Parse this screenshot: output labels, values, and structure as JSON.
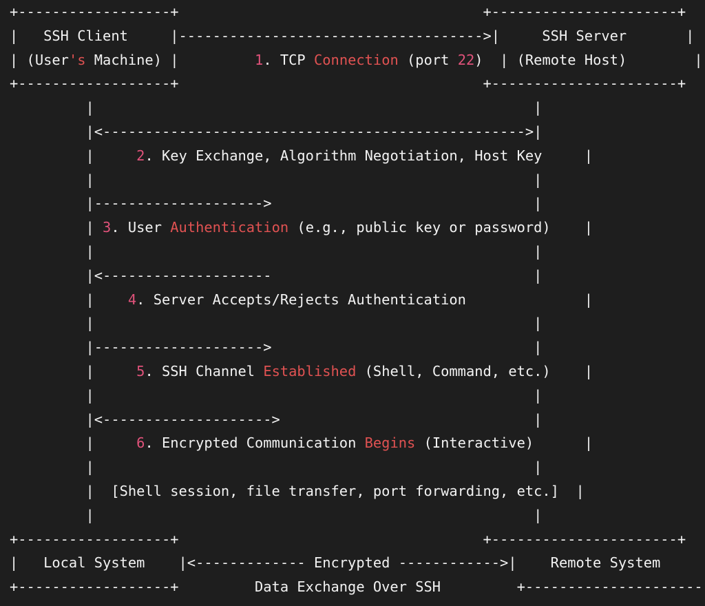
{
  "colors": {
    "background": "#1e1e1e",
    "text": "#f2f2f2",
    "keyword": "#e05252",
    "number": "#e0527a"
  },
  "lines": [
    [
      {
        "t": "+------------------+                                    +----------------------+",
        "c": "plain"
      }
    ],
    [
      {
        "t": "|   SSH Client     |------------------------------------>|     SSH Server       |",
        "c": "plain"
      }
    ],
    [
      {
        "t": "| (User",
        "c": "plain"
      },
      {
        "t": "'s",
        "c": "red"
      },
      {
        "t": " Machine) |         ",
        "c": "plain"
      },
      {
        "t": "1",
        "c": "pink"
      },
      {
        "t": ". TCP ",
        "c": "plain"
      },
      {
        "t": "Connection",
        "c": "red"
      },
      {
        "t": " (port ",
        "c": "plain"
      },
      {
        "t": "22",
        "c": "pink"
      },
      {
        "t": ")  | (Remote Host)        |",
        "c": "plain"
      }
    ],
    [
      {
        "t": "+------------------+                                    +----------------------+",
        "c": "plain"
      }
    ],
    [
      {
        "t": "         |                                                    |",
        "c": "plain"
      }
    ],
    [
      {
        "t": "         |<-------------------------------------------------->|",
        "c": "plain"
      }
    ],
    [
      {
        "t": "         |     ",
        "c": "plain"
      },
      {
        "t": "2",
        "c": "pink"
      },
      {
        "t": ". Key Exchange, Algorithm Negotiation, Host Key     |",
        "c": "plain"
      }
    ],
    [
      {
        "t": "         |                                                    |",
        "c": "plain"
      }
    ],
    [
      {
        "t": "         |-------------------->                               |",
        "c": "plain"
      }
    ],
    [
      {
        "t": "         | ",
        "c": "plain"
      },
      {
        "t": "3",
        "c": "pink"
      },
      {
        "t": ". User ",
        "c": "plain"
      },
      {
        "t": "Authentication",
        "c": "red"
      },
      {
        "t": " (e.g., public key or password)    |",
        "c": "plain"
      }
    ],
    [
      {
        "t": "         |                                                    |",
        "c": "plain"
      }
    ],
    [
      {
        "t": "         |<--------------------                               |",
        "c": "plain"
      }
    ],
    [
      {
        "t": "         |    ",
        "c": "plain"
      },
      {
        "t": "4",
        "c": "pink"
      },
      {
        "t": ". Server Accepts/Rejects Authentication              |",
        "c": "plain"
      }
    ],
    [
      {
        "t": "         |                                                    |",
        "c": "plain"
      }
    ],
    [
      {
        "t": "         |-------------------->                               |",
        "c": "plain"
      }
    ],
    [
      {
        "t": "         |     ",
        "c": "plain"
      },
      {
        "t": "5",
        "c": "pink"
      },
      {
        "t": ". SSH Channel ",
        "c": "plain"
      },
      {
        "t": "Established",
        "c": "red"
      },
      {
        "t": " (Shell, Command, etc.)    |",
        "c": "plain"
      }
    ],
    [
      {
        "t": "         |                                                    |",
        "c": "plain"
      }
    ],
    [
      {
        "t": "         |<-------------------->                              |",
        "c": "plain"
      }
    ],
    [
      {
        "t": "         |     ",
        "c": "plain"
      },
      {
        "t": "6",
        "c": "pink"
      },
      {
        "t": ". Encrypted Communication ",
        "c": "plain"
      },
      {
        "t": "Begins",
        "c": "red"
      },
      {
        "t": " (Interactive)      |",
        "c": "plain"
      }
    ],
    [
      {
        "t": "         |                                                    |",
        "c": "plain"
      }
    ],
    [
      {
        "t": "         |  [Shell session, file transfer, port forwarding, etc.]  |",
        "c": "plain"
      }
    ],
    [
      {
        "t": "         |                                                    |",
        "c": "plain"
      }
    ],
    [
      {
        "t": "+------------------+                                    +----------------------+",
        "c": "plain"
      }
    ],
    [
      {
        "t": "|   Local System    |<------------- Encrypted ------------>|    Remote System     |",
        "c": "plain"
      }
    ],
    [
      {
        "t": "+------------------+         Data Exchange Over SSH         +----------------------+",
        "c": "plain"
      }
    ]
  ]
}
